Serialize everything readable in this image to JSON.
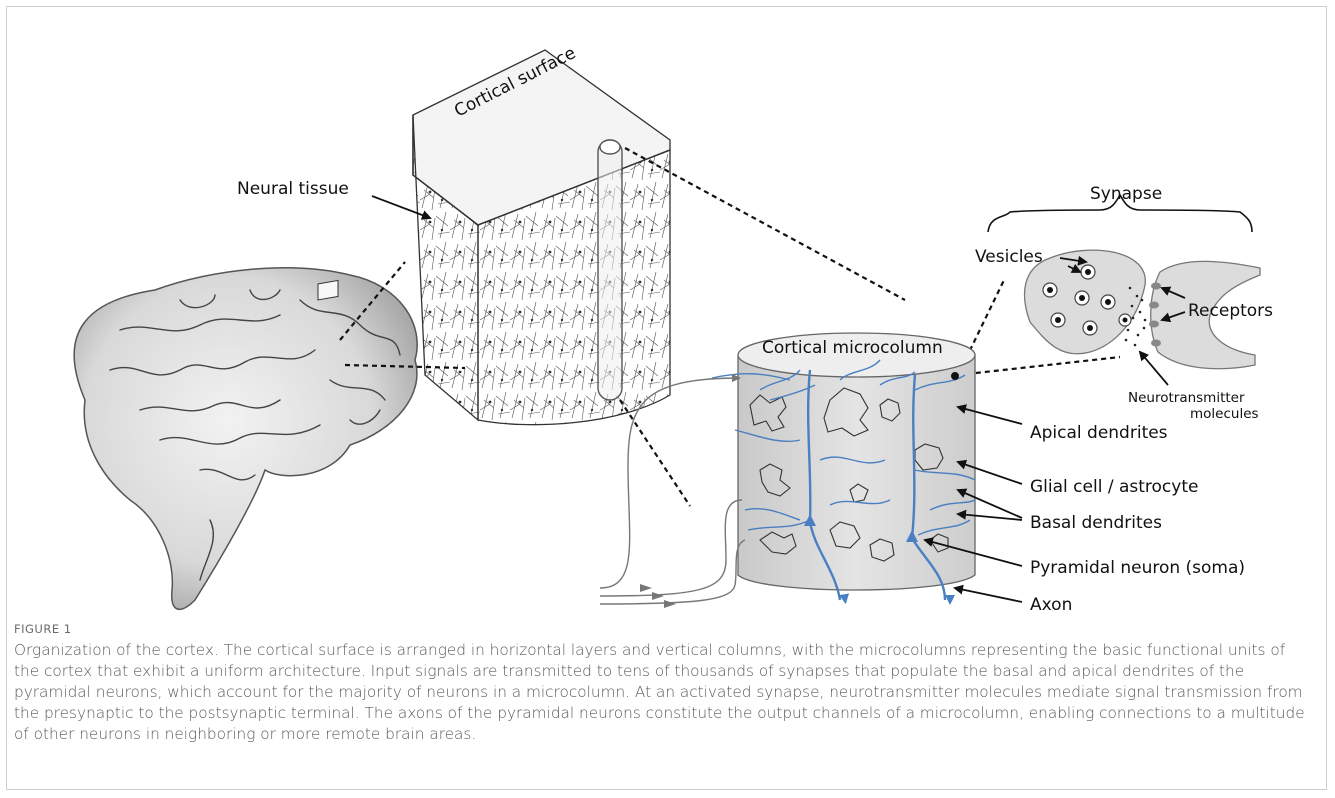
{
  "labels": {
    "cortical_surface": "Cortical surface",
    "neural_tissue": "Neural tissue",
    "synapse": "Synapse",
    "vesicles": "Vesicles",
    "receptors": "Receptors",
    "cortical_microcolumn": "Cortical microcolumn",
    "neurotransmitter_line1": "Neurotransmitter",
    "neurotransmitter_line2": "molecules",
    "apical_dendrites": "Apical dendrites",
    "glial_cell": "Glial cell / astrocyte",
    "basal_dendrites": "Basal dendrites",
    "pyramidal_neuron": "Pyramidal neuron (soma)",
    "axon": "Axon"
  },
  "caption": {
    "label": "FIGURE 1",
    "text": "Organization of the cortex. The cortical surface is arranged in horizontal layers and vertical columns, with the microcolumns representing the basic functional units of the cortex that exhibit a uniform architecture. Input signals are transmitted to tens of thousands of synapses that populate the basal and apical dendrites of the pyramidal neurons, which account for the majority of neurons in a microcolumn. At an activated synapse, neurotransmitter molecules mediate signal transmission from the presynaptic to the postsynaptic terminal. The axons of the pyramidal neurons constitute the output channels of a microcolumn, enabling connections to a multitude of other neurons in neighboring or more remote brain areas."
  },
  "colors": {
    "neuron_blue": "#4a7fc1",
    "column_gray": "#dcdcdc",
    "brain_gray": "#d9d9d9"
  }
}
